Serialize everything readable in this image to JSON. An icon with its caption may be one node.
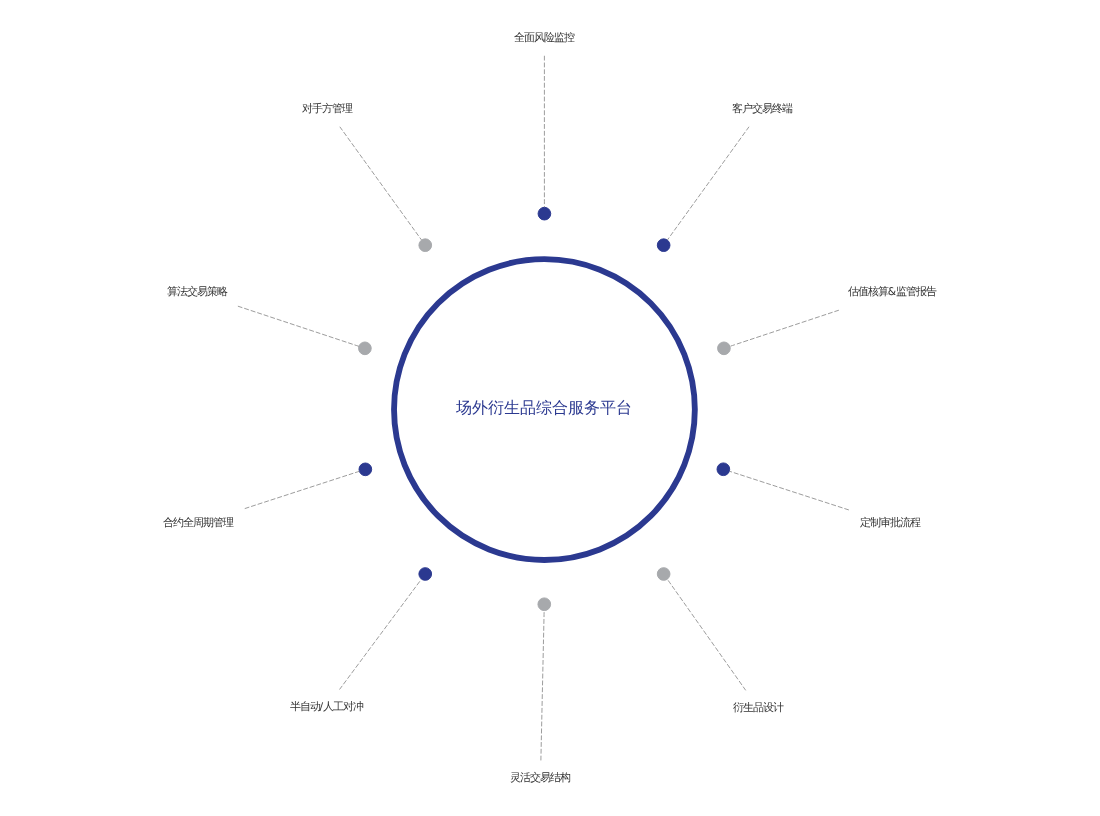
{
  "diagram": {
    "nodes": [
      {
        "text": [
          "场外衍生品综合服务平台"
        ]
      },
      {
        "text": [
          "估值核算&监管报告"
        ]
      },
      {
        "text": [],
        "shape": "circle"
      },
      {
        "text": [
          "客户交易终端"
        ]
      },
      {
        "text": [],
        "shape": "circle"
      },
      {
        "text": [
          "全面风险监控"
        ]
      },
      {
        "text": [],
        "shape": "circle"
      },
      {
        "text": [
          "对手方管理"
        ]
      },
      {
        "text": [],
        "shape": "circle"
      },
      {
        "text": [
          "算法交易策略"
        ]
      },
      {
        "text": [],
        "shape": "circle"
      },
      {
        "text": [
          "合约全周期管理"
        ]
      },
      {
        "text": [],
        "shape": "circle"
      },
      {
        "text": [
          "半自动/人工对冲"
        ]
      },
      {
        "text": [],
        "shape": "circle"
      },
      {
        "text": [
          "灵活交易结构"
        ]
      },
      {
        "text": [],
        "shape": "circle"
      },
      {
        "text": [
          "衍生品设计"
        ]
      },
      {
        "text": [],
        "shape": "circle"
      },
      {
        "text": [
          "定制审批流程"
        ]
      },
      {
        "text": [],
        "shape": "circle"
      }
    ],
    "edges": [
      {
        "from": 1,
        "to": 2,
        "arrow": "none",
        "style": "dashed"
      },
      {
        "from": 3,
        "to": 4,
        "arrow": "none",
        "style": "dashed"
      },
      {
        "from": 5,
        "to": 6,
        "arrow": "none",
        "style": "dashed"
      },
      {
        "from": 7,
        "to": 8,
        "arrow": "none",
        "style": "dashed"
      },
      {
        "from": 9,
        "to": 10,
        "arrow": "none",
        "style": "dashed"
      },
      {
        "from": 11,
        "to": 12,
        "arrow": "none",
        "style": "dashed"
      },
      {
        "from": 13,
        "to": 14,
        "arrow": "none",
        "style": "dashed"
      },
      {
        "from": 15,
        "to": 16,
        "arrow": "none",
        "style": "dashed"
      },
      {
        "from": 17,
        "to": 18,
        "arrow": "none",
        "style": "dashed"
      },
      {
        "from": 19,
        "to": 20,
        "arrow": "none",
        "style": "dashed"
      }
    ]
  }
}
